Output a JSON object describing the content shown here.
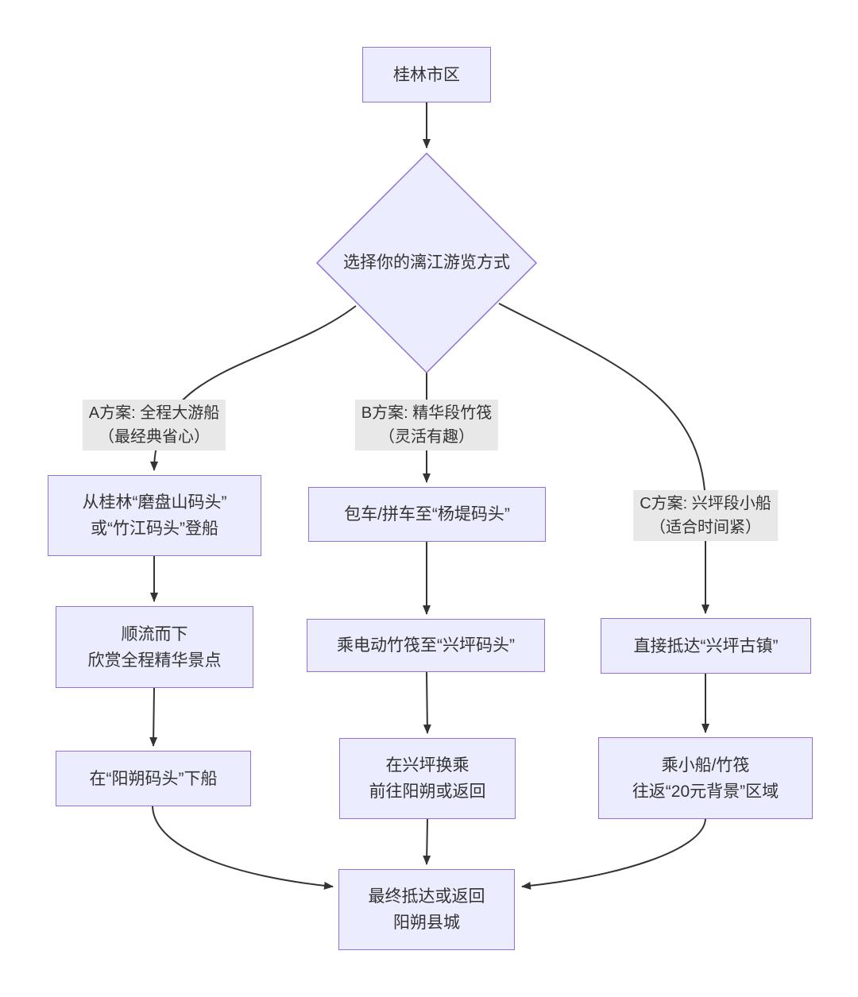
{
  "diagram_type": "flowchart",
  "colors": {
    "node_fill": "#ECECFF",
    "node_border": "#9370DB",
    "edge_line": "#333333",
    "edge_label_bg": "#e8e8e8",
    "text": "#333333",
    "background": "#ffffff"
  },
  "nodes": {
    "start": {
      "label": "桂林市区"
    },
    "decision": {
      "label": "选择你的漓江游览方式"
    },
    "a1": {
      "line1": "从桂林“磨盘山码头”",
      "line2": "或“竹江码头”登船"
    },
    "a2": {
      "line1": "顺流而下",
      "line2": "欣赏全程精华景点"
    },
    "a3": {
      "label": "在“阳朔码头”下船"
    },
    "b1": {
      "label": "包车/拼车至“杨堤码头”"
    },
    "b2": {
      "label": "乘电动竹筏至“兴坪码头”"
    },
    "b3": {
      "line1": "在兴坪换乘",
      "line2": "前往阳朔或返回"
    },
    "c1": {
      "label": "直接抵达“兴坪古镇”"
    },
    "c2": {
      "line1": "乘小船/竹筏",
      "line2": "往返“20元背景”区域"
    },
    "end": {
      "line1": "最终抵达或返回",
      "line2": "阳朔县城"
    }
  },
  "edge_labels": {
    "a": {
      "line1": "A方案: 全程大游船",
      "line2": "（最经典省心）"
    },
    "b": {
      "line1": "B方案: 精华段竹筏",
      "line2": "（灵活有趣）"
    },
    "c": {
      "line1": "C方案: 兴坪段小船",
      "line2": "（适合时间紧）"
    }
  },
  "edges": [
    {
      "from": "start",
      "to": "decision"
    },
    {
      "from": "decision",
      "to": "a1",
      "label": "A方案: 全程大游船（最经典省心）"
    },
    {
      "from": "decision",
      "to": "b1",
      "label": "B方案: 精华段竹筏（灵活有趣）"
    },
    {
      "from": "decision",
      "to": "c1",
      "label": "C方案: 兴坪段小船（适合时间紧）"
    },
    {
      "from": "a1",
      "to": "a2"
    },
    {
      "from": "a2",
      "to": "a3"
    },
    {
      "from": "b1",
      "to": "b2"
    },
    {
      "from": "b2",
      "to": "b3"
    },
    {
      "from": "c1",
      "to": "c2"
    },
    {
      "from": "a3",
      "to": "end"
    },
    {
      "from": "b3",
      "to": "end"
    },
    {
      "from": "c2",
      "to": "end"
    }
  ]
}
